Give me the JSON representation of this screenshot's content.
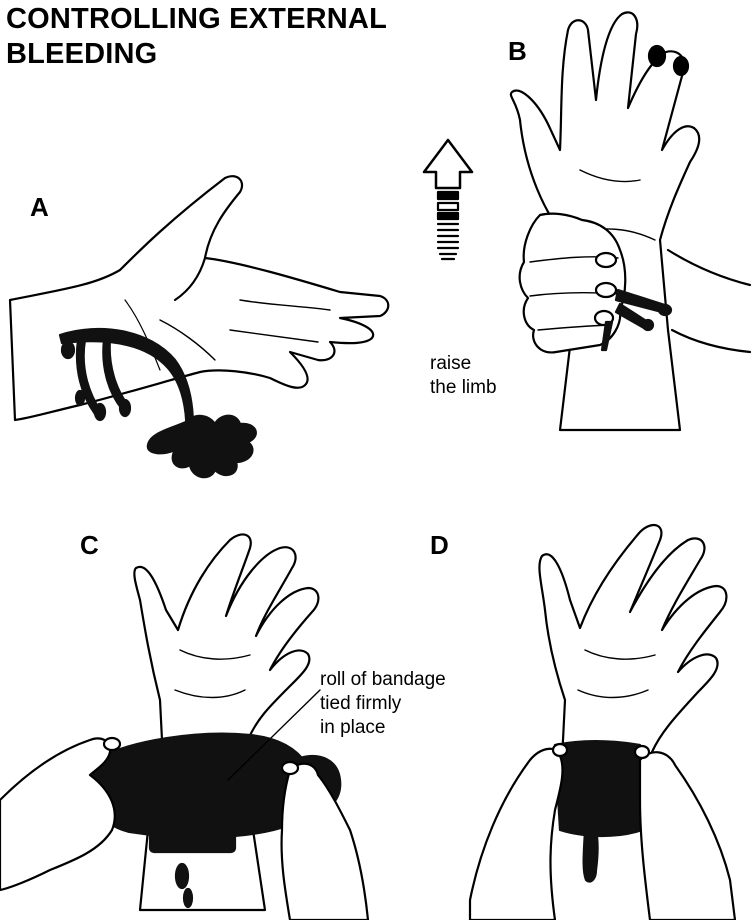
{
  "title": {
    "line1": "CONTROLLING EXTERNAL",
    "line2": "BLEEDING"
  },
  "panels": [
    {
      "letter": "A"
    },
    {
      "letter": "B",
      "caption": [
        "raise",
        "the limb"
      ]
    },
    {
      "letter": "C",
      "caption": [
        "roll of bandage",
        "tied firmly",
        "in place"
      ]
    },
    {
      "letter": "D"
    }
  ],
  "colors": {
    "ink": "#000000",
    "skin": "#ffffff",
    "blood": "#111111"
  },
  "icons": {
    "raise_arrow": "up-arrow-icon"
  }
}
